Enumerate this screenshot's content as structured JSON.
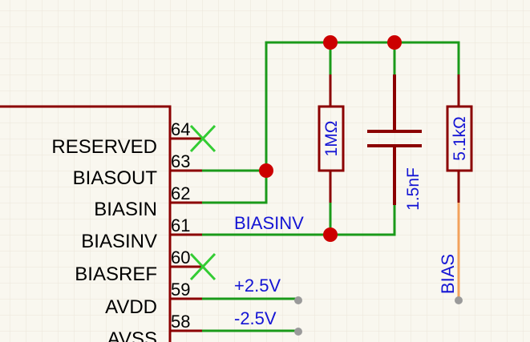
{
  "schematic": {
    "ic": {
      "pins": [
        {
          "number": "64",
          "name": "RESERVED",
          "no_connect": true
        },
        {
          "number": "63",
          "name": "BIASOUT",
          "no_connect": false
        },
        {
          "number": "62",
          "name": "BIASIN",
          "no_connect": false
        },
        {
          "number": "61",
          "name": "BIASINV",
          "no_connect": false
        },
        {
          "number": "60",
          "name": "BIASREF",
          "no_connect": true
        },
        {
          "number": "59",
          "name": "AVDD",
          "no_connect": false
        },
        {
          "number": "58",
          "name": "AVSS",
          "no_connect": false
        }
      ]
    },
    "nets": {
      "biasinv": "BIASINV",
      "avdd": "+2.5V",
      "avss": "-2.5V",
      "bias": "BIAS"
    },
    "components": {
      "r1": {
        "value": "1MΩ"
      },
      "c1": {
        "value": "1.5nF"
      },
      "r2": {
        "value": "5.1kΩ"
      }
    },
    "colors": {
      "wire": "#1a9a1a",
      "pin": "#8b0000",
      "junction": "#cc0000",
      "no_connect": "#33cc33",
      "net_label": "#1414d4",
      "bias_wire": "#f2a25c",
      "background": "#f9f7ef",
      "grid": "#ebe6da"
    }
  }
}
